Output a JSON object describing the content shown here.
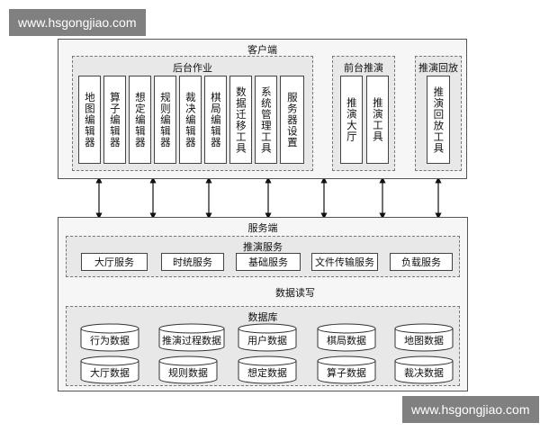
{
  "watermark": {
    "top_text": "www.hsgongjiao.com",
    "bottom_text": "www.hsgongjiao.com"
  },
  "client": {
    "title": "客户端",
    "backend": {
      "title": "后台作业",
      "tools": [
        "地图编辑器",
        "算子编辑器",
        "想定编辑器",
        "规则编辑器",
        "裁决编辑器",
        "棋局编辑器",
        "数据迁移工具",
        "系统管理工具",
        "服务器设置"
      ]
    },
    "frontend": {
      "title": "前台推演",
      "tools": [
        "推演大厅",
        "推演工具"
      ]
    },
    "replay": {
      "title": "推演回放",
      "tools": [
        "推演回放工具"
      ]
    }
  },
  "server": {
    "title": "服务端",
    "services": {
      "title": "推演服务",
      "items": [
        "大厅服务",
        "时统服务",
        "基础服务",
        "文件传输服务",
        "负载服务"
      ]
    },
    "io_label": "数据读写",
    "database": {
      "title": "数据库",
      "row1": [
        "行为数据",
        "推演过程数据",
        "用户数据",
        "棋局数据",
        "地图数据"
      ],
      "row2": [
        "大厅数据",
        "规则数据",
        "想定数据",
        "算子数据",
        "裁决数据"
      ]
    }
  }
}
